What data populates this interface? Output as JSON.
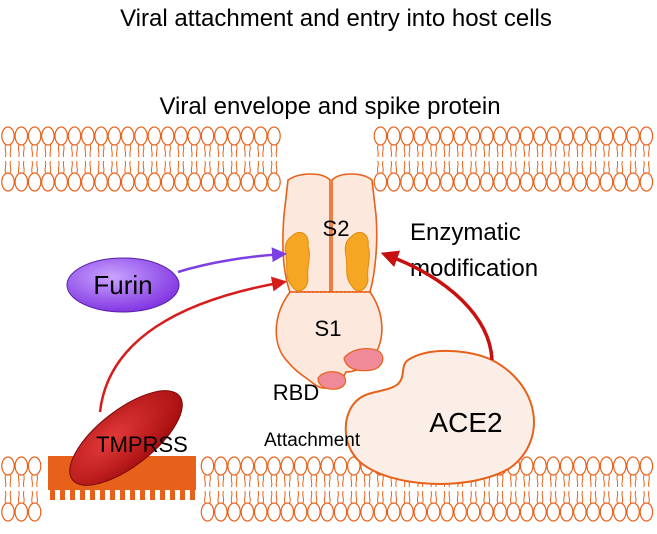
{
  "title": "Viral attachment and entry into host cells",
  "envelope_label": "Viral envelope and spike protein",
  "spike": {
    "s2_label": "S2",
    "s1_label": "S1",
    "rbd_label": "RBD"
  },
  "enzymes": {
    "furin_label": "Furin",
    "tmprss_label": "TMPRSS"
  },
  "receptor": {
    "ace2_label": "ACE2"
  },
  "annotations": {
    "enzymatic_line1": "Enzymatic",
    "enzymatic_line2": "modification",
    "attachment": "Attachment"
  },
  "colors": {
    "membrane": "#e8611a",
    "spike_fill": "#fce8dd",
    "spike_stroke": "#e8611a",
    "furin_fill": "#8a2be2",
    "furin_arrow": "#7b3fe4",
    "tmprss_fill": "#c41212",
    "tmprss_arrow": "#d81b1b",
    "enzymatic_arrow": "#c81010",
    "cleavage_sites": "#f5a623",
    "rbd": "#f08a99",
    "ace2_fill": "#fbeee6"
  }
}
